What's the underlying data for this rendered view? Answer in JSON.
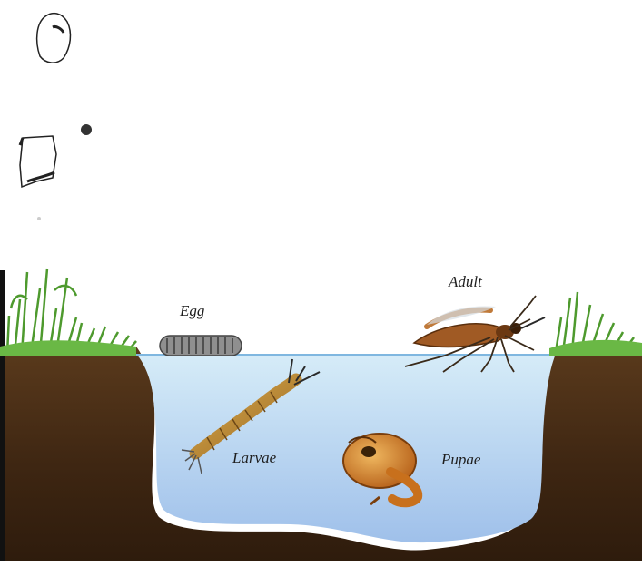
{
  "diagram": {
    "stages": [
      {
        "id": "egg",
        "label": "Egg"
      },
      {
        "id": "larvae",
        "label": "Larvae"
      },
      {
        "id": "pupae",
        "label": "Pupae"
      },
      {
        "id": "adult",
        "label": "Adult"
      }
    ],
    "colors": {
      "soil_dark": "#2e1c0e",
      "soil_mid": "#5a3a1c",
      "water_top": "#cfe7f6",
      "water_bottom": "#9ec3e8",
      "grass": "#5fae3a",
      "larva": "#b8862f",
      "pupa": "#c8701c",
      "mosquito": "#8a4a1e"
    }
  }
}
